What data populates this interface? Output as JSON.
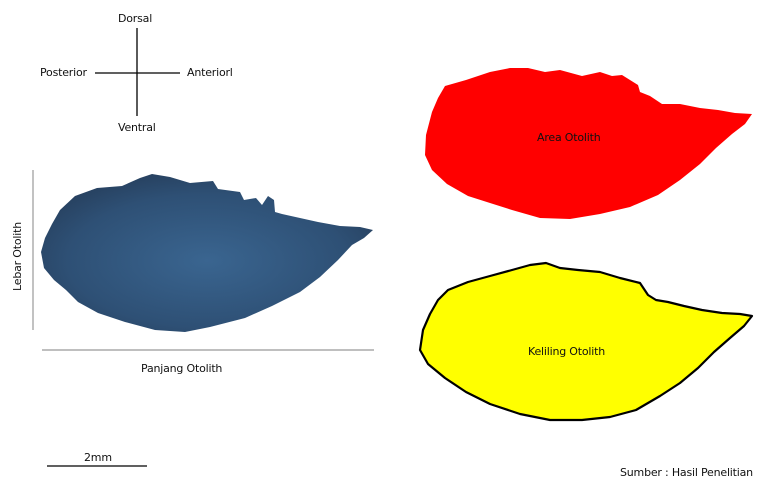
{
  "orientation": {
    "dorsal": "Dorsal",
    "posterior": "Posterior",
    "anterior": "Anteriorl",
    "ventral": "Ventral"
  },
  "otolith_photo": {
    "width_label": "Lebar Otolith",
    "length_label": "Panjang Otolith",
    "color": "#2f4f73"
  },
  "area_shape": {
    "label": "Area Otolith",
    "color": "#ff0000"
  },
  "perimeter_shape": {
    "label": "Keliling Otolith",
    "color": "#ffff00",
    "outline": "#000000"
  },
  "scale_bar": {
    "label": "2mm"
  },
  "source": "Sumber : Hasil Penelitian"
}
